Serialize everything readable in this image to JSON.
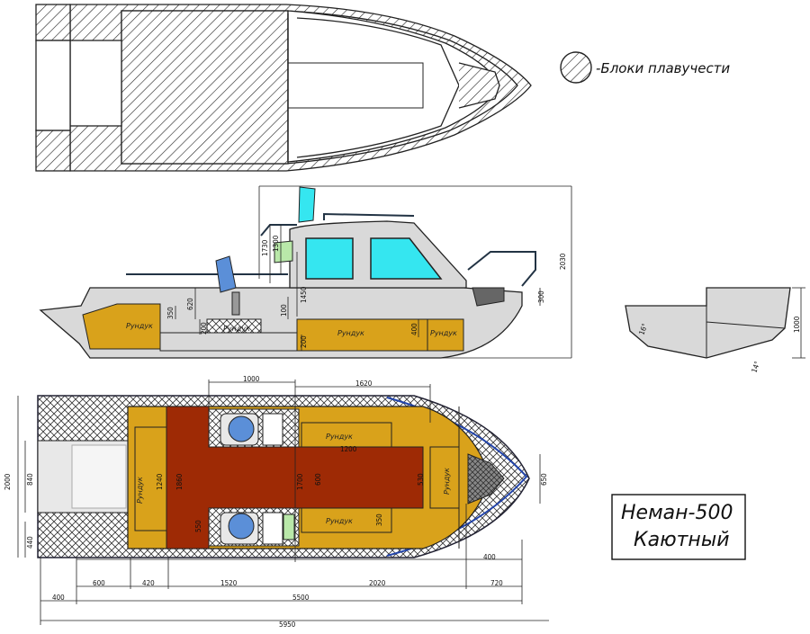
{
  "legend": {
    "text": "-Блоки плавучести"
  },
  "title": {
    "line1": "Неман-500",
    "line2": "Каютный"
  },
  "labels": {
    "storage": "Рундук"
  },
  "side_dims": {
    "d2030": "2030",
    "d1730": "1730",
    "d1300": "1300",
    "d1450": "1450",
    "d620": "620",
    "d350": "350",
    "d200a": "200",
    "d100": "100",
    "d200b": "200",
    "d400": "400",
    "d300": "300"
  },
  "section_dims": {
    "d1000": "1000",
    "a16": "16°",
    "a14": "14°"
  },
  "plan_dims": {
    "top1000": "1000",
    "top1620": "1620",
    "d1200": "1200",
    "d1240": "1240",
    "d1860": "1860",
    "d1700": "1700",
    "d600": "600",
    "d530": "530",
    "d550": "550",
    "d350": "350",
    "d650": "650",
    "d2000": "2000",
    "d840": "840",
    "d440": "440",
    "b600": "600",
    "b420": "420",
    "b1520": "1520",
    "b2020": "2020",
    "b720": "720",
    "b400r": "400",
    "b400l": "400",
    "b5500": "5500",
    "b5950": "5950"
  },
  "colors": {
    "storage": "#d9a21b",
    "deck": "#9e2a05",
    "hull": "#d7d7d7",
    "glass": "#35e6f0",
    "seat": "#5b8fd8",
    "green": "#b9e8a9"
  }
}
